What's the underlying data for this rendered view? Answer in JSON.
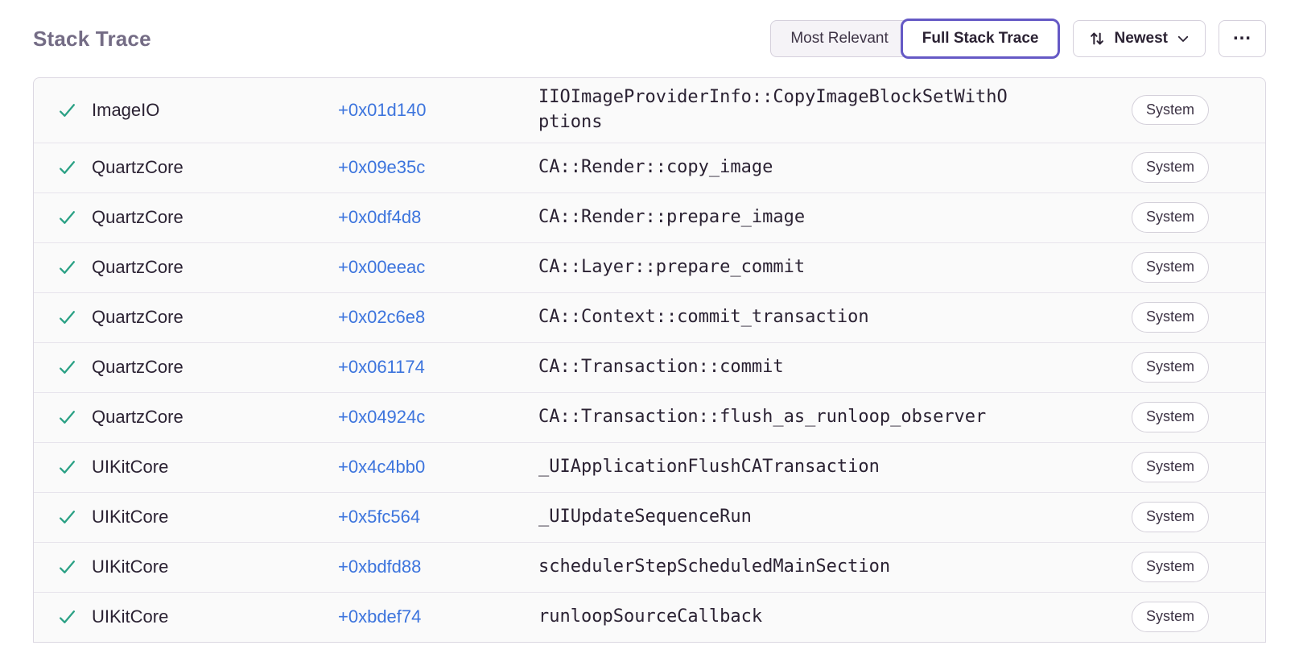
{
  "header": {
    "title": "Stack Trace"
  },
  "controls": {
    "segments": [
      {
        "label": "Most Relevant",
        "active": false
      },
      {
        "label": "Full Stack Trace",
        "active": true
      }
    ],
    "sort_label": "Newest",
    "more_label": "…"
  },
  "colors": {
    "accent": "#6559c5",
    "link": "#3c74dd",
    "success": "#2ba185",
    "title": "#746c85"
  },
  "frames": [
    {
      "module": "ImageIO",
      "address": "+0x01d140",
      "function": "IIOImageProviderInfo::CopyImageBlockSetWithOptions",
      "tag": "System"
    },
    {
      "module": "QuartzCore",
      "address": "+0x09e35c",
      "function": "CA::Render::copy_image",
      "tag": "System"
    },
    {
      "module": "QuartzCore",
      "address": "+0x0df4d8",
      "function": "CA::Render::prepare_image",
      "tag": "System"
    },
    {
      "module": "QuartzCore",
      "address": "+0x00eeac",
      "function": "CA::Layer::prepare_commit",
      "tag": "System"
    },
    {
      "module": "QuartzCore",
      "address": "+0x02c6e8",
      "function": "CA::Context::commit_transaction",
      "tag": "System"
    },
    {
      "module": "QuartzCore",
      "address": "+0x061174",
      "function": "CA::Transaction::commit",
      "tag": "System"
    },
    {
      "module": "QuartzCore",
      "address": "+0x04924c",
      "function": "CA::Transaction::flush_as_runloop_observer",
      "tag": "System"
    },
    {
      "module": "UIKitCore",
      "address": "+0x4c4bb0",
      "function": "_UIApplicationFlushCATransaction",
      "tag": "System"
    },
    {
      "module": "UIKitCore",
      "address": "+0x5fc564",
      "function": "_UIUpdateSequenceRun",
      "tag": "System"
    },
    {
      "module": "UIKitCore",
      "address": "+0xbdfd88",
      "function": "schedulerStepScheduledMainSection",
      "tag": "System"
    },
    {
      "module": "UIKitCore",
      "address": "+0xbdef74",
      "function": "runloopSourceCallback",
      "tag": "System"
    }
  ]
}
